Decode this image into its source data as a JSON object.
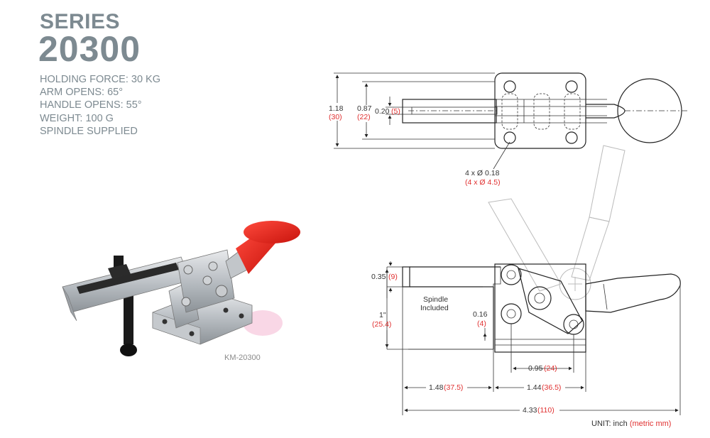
{
  "header": {
    "series_label": "SERIES",
    "series_number": "20300"
  },
  "specs": [
    "HOLDING FORCE: 30 KG",
    "ARM OPENS: 65°",
    "HANDLE OPENS: 55°",
    "WEIGHT: 100 G",
    "SPINDLE SUPPLIED"
  ],
  "product": {
    "caption": "KM-20300"
  },
  "top_view": {
    "dim_overall_h": {
      "inch": "1.18",
      "mm": "(30)"
    },
    "dim_mid_h": {
      "inch": "0.87",
      "mm": "(22)"
    },
    "dim_slot_h": {
      "inch": "0.20",
      "mm": "(5)"
    },
    "dim_holes": {
      "inch": "4 x Ø 0.18",
      "mm": "(4 x Ø 4.5)"
    }
  },
  "side_view": {
    "dim_arm_h": {
      "inch": "0.35",
      "mm": "(9)"
    },
    "spindle_label_1": "Spindle",
    "spindle_label_2": "Included",
    "dim_height": {
      "inch": "1\"",
      "mm": "(25.4)"
    },
    "dim_offset": {
      "inch": "0.16",
      "mm": "(4)"
    },
    "dim_hole_spacing": {
      "inch": "0.95",
      "mm": "(24)"
    },
    "dim_left": {
      "inch": "1.48",
      "mm": "(37.5)"
    },
    "dim_right": {
      "inch": "1.44",
      "mm": "(36.5)"
    },
    "dim_total": {
      "inch": "4.33",
      "mm": "(110)"
    }
  },
  "unit_note": {
    "label": "UNIT: inch",
    "metric": "(metric mm)"
  },
  "colors": {
    "title_gray": "#7d8a91",
    "dimension_red": "#e03030",
    "handle_red": "#e8281f"
  }
}
